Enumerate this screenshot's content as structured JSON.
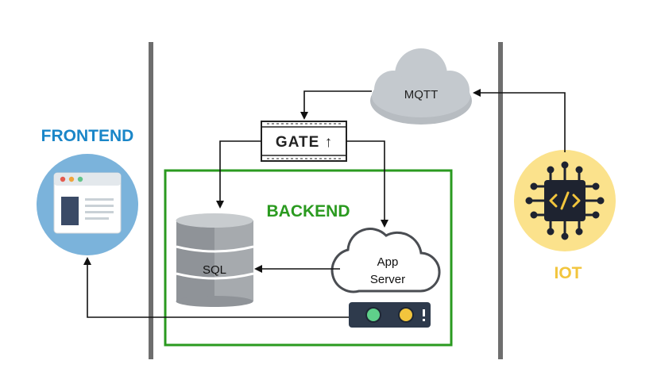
{
  "sections": {
    "frontend": "FRONTEND",
    "backend": "BACKEND",
    "iot": "IOT"
  },
  "nodes": {
    "mqtt": "MQTT",
    "gate": "GATE ↑",
    "sql": "SQL",
    "app_server_line1": "App",
    "app_server_line2": "Server"
  },
  "colors": {
    "frontend": "#1a86c8",
    "backend": "#2a9a1f",
    "iot": "#f2c53d",
    "divider": "#6e6e6e",
    "arrow": "#111111"
  },
  "icons": [
    "browser-window-icon",
    "cloud-icon",
    "gate-sign-icon",
    "database-icon",
    "server-device-icon",
    "chip-icon"
  ]
}
